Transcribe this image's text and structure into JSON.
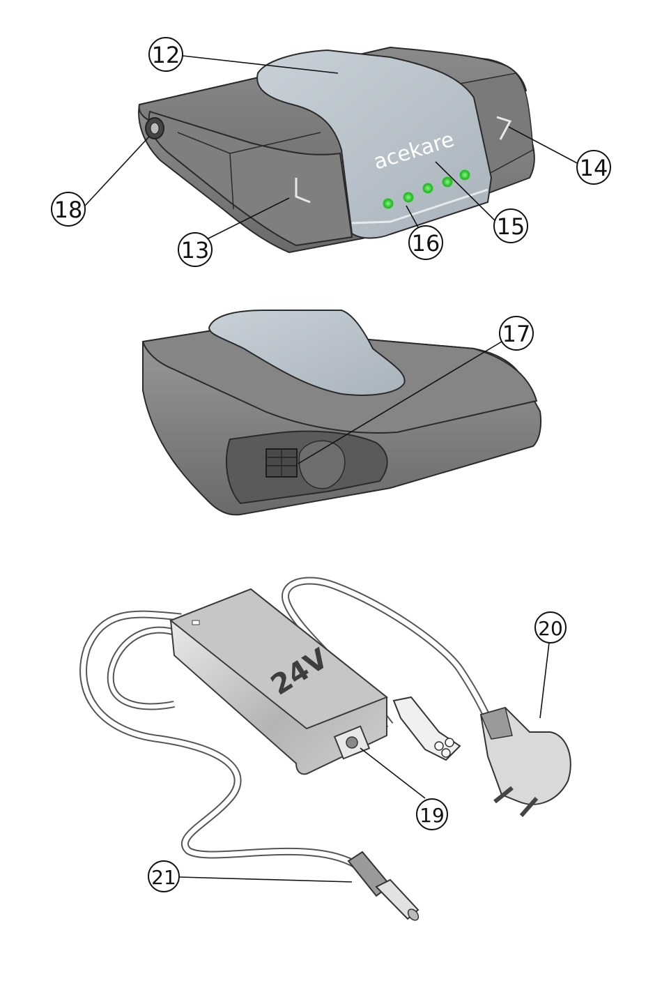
{
  "battery": {
    "brand_text": "acekare",
    "led_color": "#22cc22",
    "led_count": 5
  },
  "adapter": {
    "label": "24V"
  },
  "callouts": {
    "c12": "12",
    "c13": "13",
    "c14": "14",
    "c15": "15",
    "c16": "16",
    "c17": "17",
    "c18": "18",
    "c19": "19",
    "c20": "20",
    "c21": "21"
  },
  "colors": {
    "housing": "#8c8c8c",
    "housing_dark": "#6e6e6e",
    "strap": "#b8c3cc",
    "outline": "#2a2a2a"
  }
}
